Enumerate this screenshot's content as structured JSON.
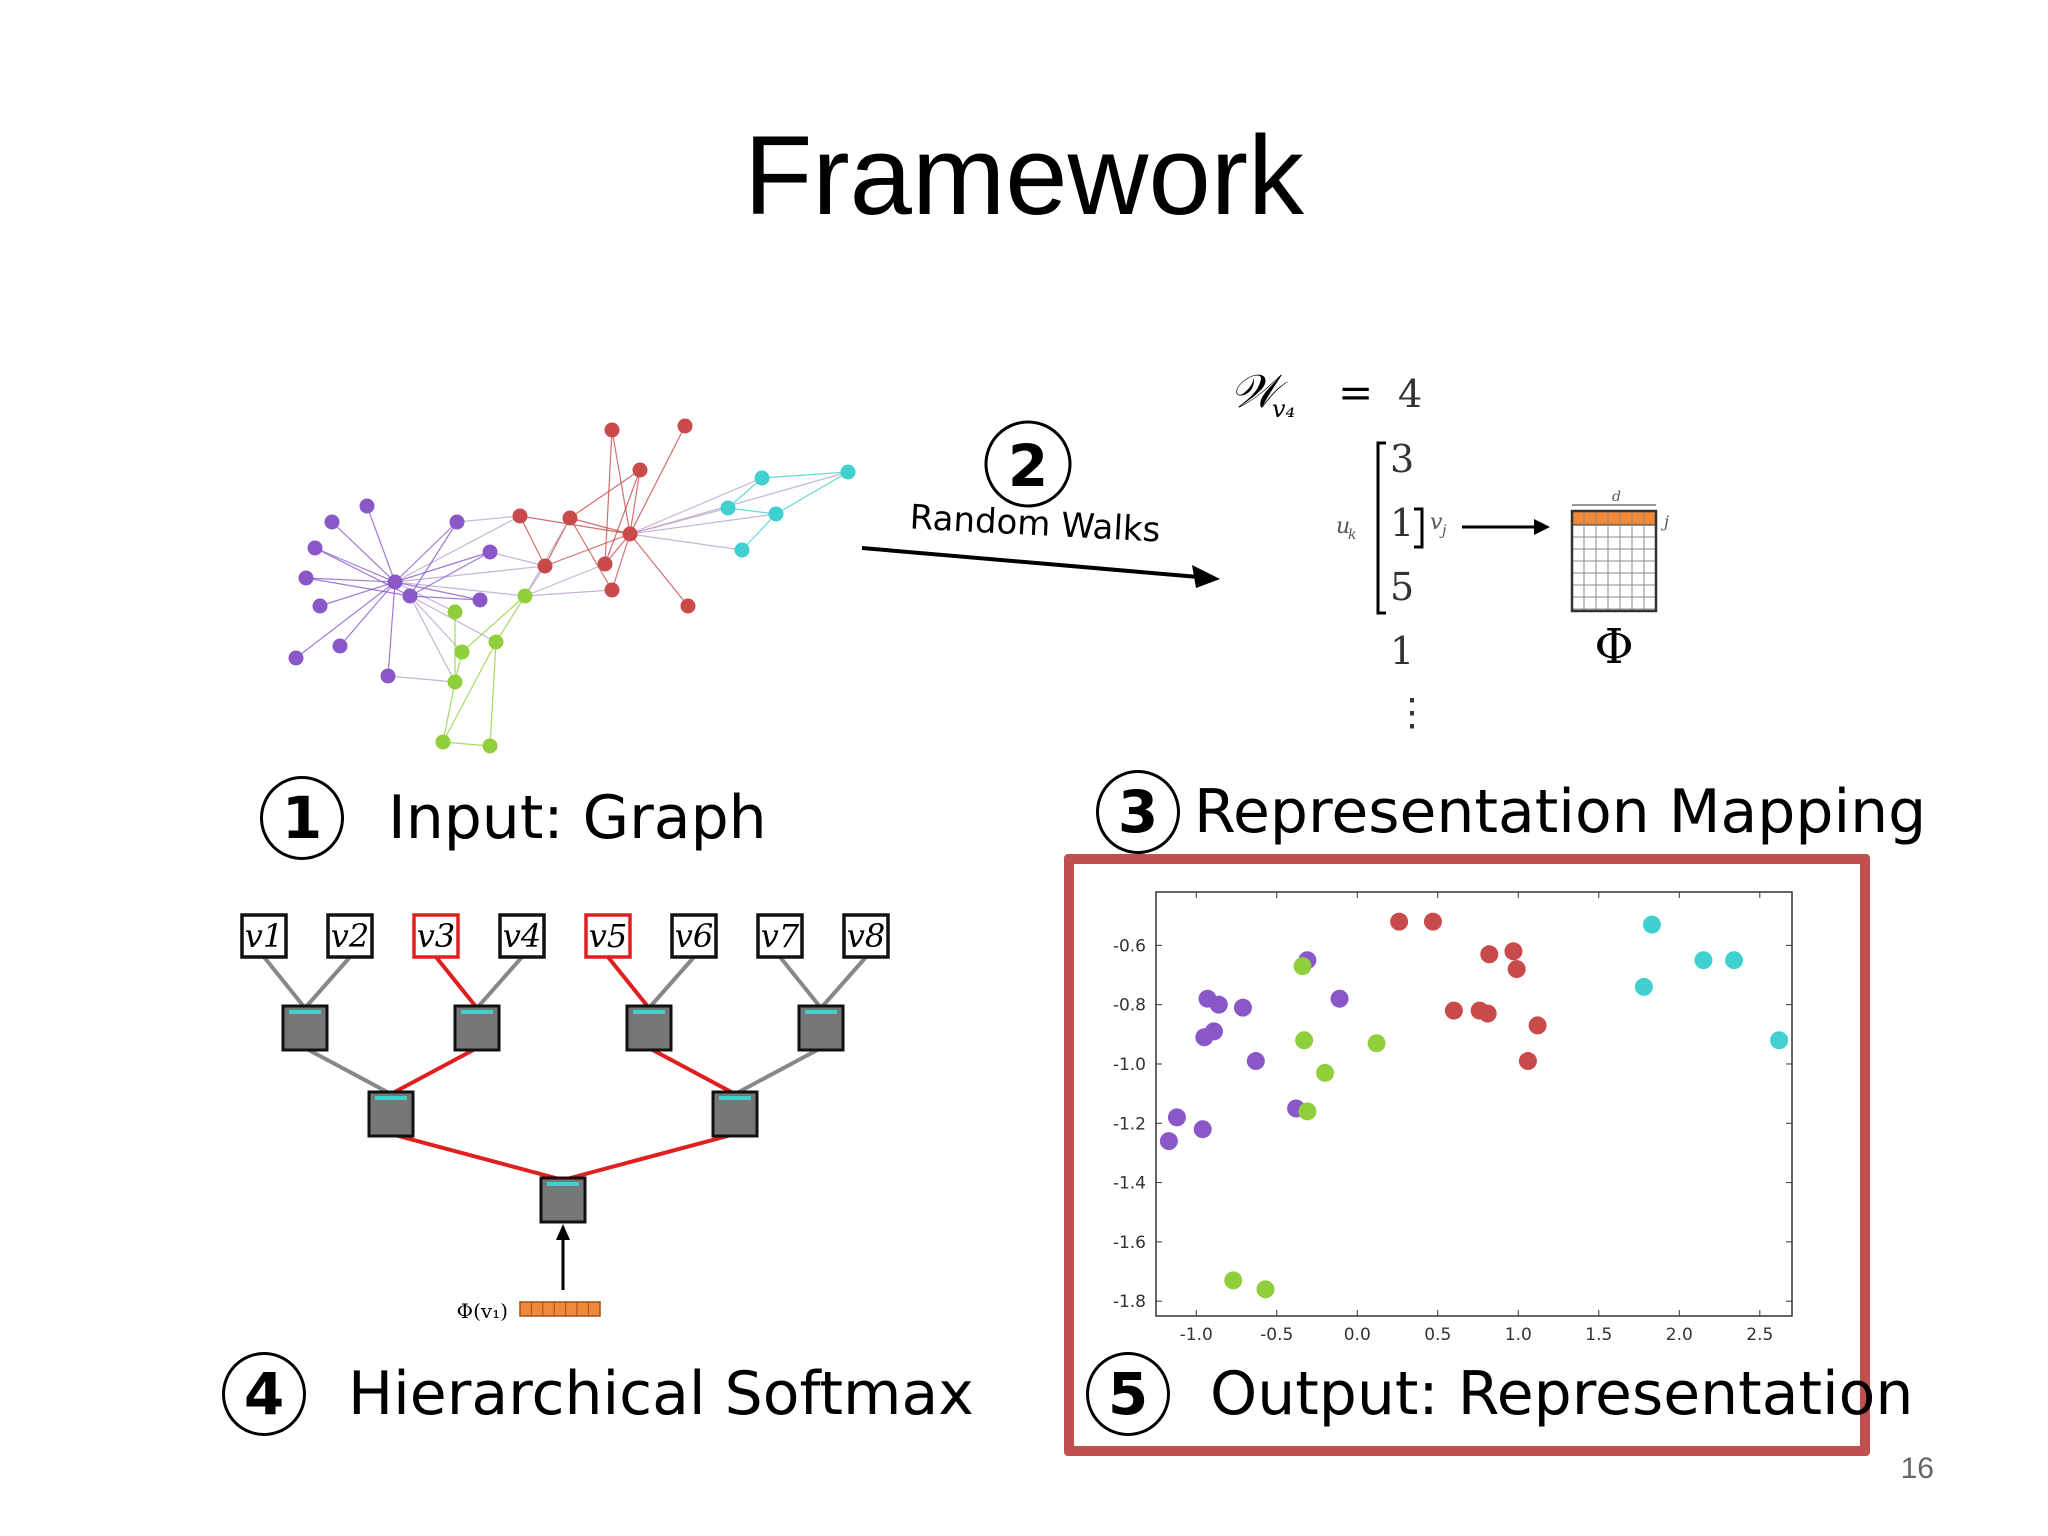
{
  "slide": {
    "title": "Framework",
    "page_number": "16"
  },
  "steps": [
    {
      "number": "1",
      "label": "Input: Graph"
    },
    {
      "number": "2",
      "label": "Random Walks"
    },
    {
      "number": "3",
      "label": "Representation Mapping"
    },
    {
      "number": "4",
      "label": "Hierarchical Softmax"
    },
    {
      "number": "5",
      "label": "Output: Representation"
    }
  ],
  "random_walk": {
    "lhs": "𝒲",
    "lhs_sub": "v₄",
    "equals": "=",
    "sequence": [
      "4",
      "3",
      "1",
      "5",
      "1",
      "⋮"
    ],
    "u_label": "u",
    "u_sub": "k",
    "v_label": "v",
    "v_sub": "j",
    "matrix_d": "d",
    "matrix_j": "j",
    "phi": "Φ"
  },
  "softmax": {
    "leaves": [
      "v1",
      "v2",
      "v3",
      "v4",
      "v5",
      "v6",
      "v7",
      "v8"
    ],
    "highlighted_leaves": [
      "v3",
      "v5"
    ],
    "input_label": "Φ(v₁)"
  },
  "colors": {
    "purple": "#8a57c9",
    "red": "#c94a4a",
    "green": "#8fcf3c",
    "cyan": "#3fd0cf",
    "highlight": "#c0504d",
    "path": "#e02020",
    "orange": "#f2883a"
  },
  "chart_data": {
    "type": "scatter",
    "title": "",
    "xlabel": "",
    "ylabel": "",
    "xlim": [
      -1.25,
      2.7
    ],
    "ylim": [
      -1.85,
      -0.42
    ],
    "xticks": [
      "-1.0",
      "-0.5",
      "0.0",
      "0.5",
      "1.0",
      "1.5",
      "2.0",
      "2.5"
    ],
    "xtick_values": [
      -1.0,
      -0.5,
      0.0,
      0.5,
      1.0,
      1.5,
      2.0,
      2.5
    ],
    "yticks": [
      "-0.6",
      "-0.8",
      "-1.0",
      "-1.2",
      "-1.4",
      "-1.6",
      "-1.8"
    ],
    "ytick_values": [
      -0.6,
      -0.8,
      -1.0,
      -1.2,
      -1.4,
      -1.6,
      -1.8
    ],
    "series": [
      {
        "color": "purple",
        "points": [
          {
            "x": -0.31,
            "y": -0.65
          },
          {
            "x": -0.93,
            "y": -0.78
          },
          {
            "x": -0.86,
            "y": -0.8
          },
          {
            "x": -0.71,
            "y": -0.81
          },
          {
            "x": -0.95,
            "y": -0.91
          },
          {
            "x": -0.89,
            "y": -0.89
          },
          {
            "x": -0.11,
            "y": -0.78
          },
          {
            "x": -0.63,
            "y": -0.99
          },
          {
            "x": -0.38,
            "y": -1.15
          },
          {
            "x": -1.12,
            "y": -1.18
          },
          {
            "x": -1.17,
            "y": -1.26
          },
          {
            "x": -0.96,
            "y": -1.22
          }
        ]
      },
      {
        "color": "red",
        "points": [
          {
            "x": 0.26,
            "y": -0.52
          },
          {
            "x": 0.47,
            "y": -0.52
          },
          {
            "x": 0.82,
            "y": -0.63
          },
          {
            "x": 0.97,
            "y": -0.62
          },
          {
            "x": 0.99,
            "y": -0.68
          },
          {
            "x": 0.6,
            "y": -0.82
          },
          {
            "x": 0.76,
            "y": -0.82
          },
          {
            "x": 0.81,
            "y": -0.83
          },
          {
            "x": 1.12,
            "y": -0.87
          },
          {
            "x": 1.06,
            "y": -0.99
          }
        ]
      },
      {
        "color": "green",
        "points": [
          {
            "x": -0.34,
            "y": -0.67
          },
          {
            "x": -0.33,
            "y": -0.92
          },
          {
            "x": 0.12,
            "y": -0.93
          },
          {
            "x": -0.2,
            "y": -1.03
          },
          {
            "x": -0.31,
            "y": -1.16
          },
          {
            "x": -0.77,
            "y": -1.73
          },
          {
            "x": -0.57,
            "y": -1.76
          }
        ]
      },
      {
        "color": "cyan",
        "points": [
          {
            "x": 1.83,
            "y": -0.53
          },
          {
            "x": 2.15,
            "y": -0.65
          },
          {
            "x": 2.34,
            "y": -0.65
          },
          {
            "x": 1.78,
            "y": -0.74
          },
          {
            "x": 2.62,
            "y": -0.92
          }
        ]
      }
    ]
  }
}
